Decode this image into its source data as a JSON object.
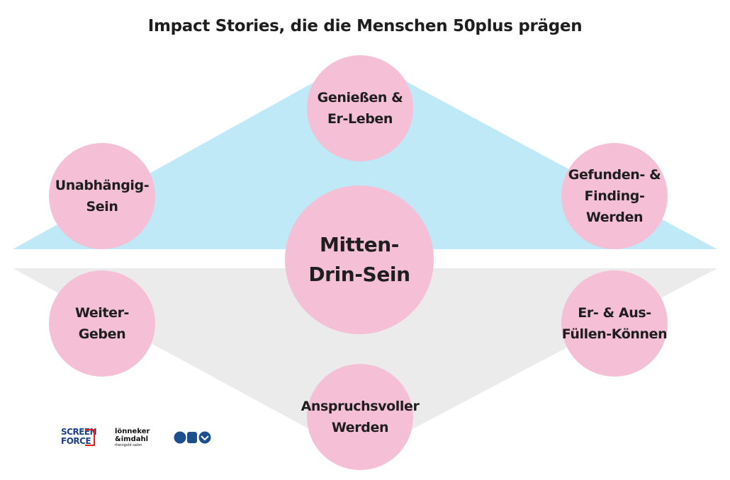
{
  "title": "Impact Stories, die die Menschen 50plus prägen",
  "colors": {
    "upper_triangle": "#bfe9f7",
    "lower_triangle": "#ebebeb",
    "circle": "#f5bfd6",
    "text": "#1e1e1e"
  },
  "circles": {
    "top": "Genießen &\nEr-Leben",
    "upper_left": "Unabhängig-\nSein",
    "upper_right": "Gefunden- &\nFinding-Werden",
    "center": "Mitten-\nDrin-Sein",
    "lower_left": "Weiter-\nGeben",
    "lower_right": "Er- & Aus-\nFüllen-Können",
    "bottom": "Anspruchsvoller\nWerden"
  },
  "logos": {
    "screen_force": "SCREEN FORCE",
    "lonneker": "lönneker &imdahl",
    "lonneker_sub": "rheingold salon",
    "cim_icon": "cim-logo-icon"
  }
}
